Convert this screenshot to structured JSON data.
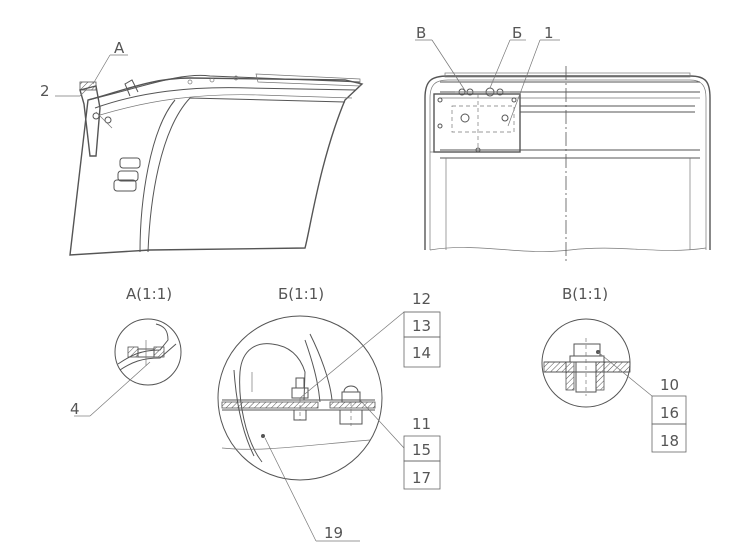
{
  "views": {
    "a": {
      "title": "А(1:1)"
    },
    "b": {
      "title": "Б(1:1)"
    },
    "v": {
      "title": "В(1:1)"
    }
  },
  "callouts": {
    "top_left": {
      "pos_2": "2",
      "view_a": "А"
    },
    "top_right": {
      "view_v": "В",
      "view_b": "Б",
      "pos_1": "1"
    },
    "detail_a": {
      "pos_4": "4"
    },
    "detail_b": {
      "pos_12": "12",
      "pos_13": "13",
      "pos_14": "14",
      "pos_11": "11",
      "pos_15": "15",
      "pos_17": "17",
      "pos_19": "19"
    },
    "detail_v": {
      "pos_10": "10",
      "pos_16": "16",
      "pos_18": "18"
    }
  }
}
